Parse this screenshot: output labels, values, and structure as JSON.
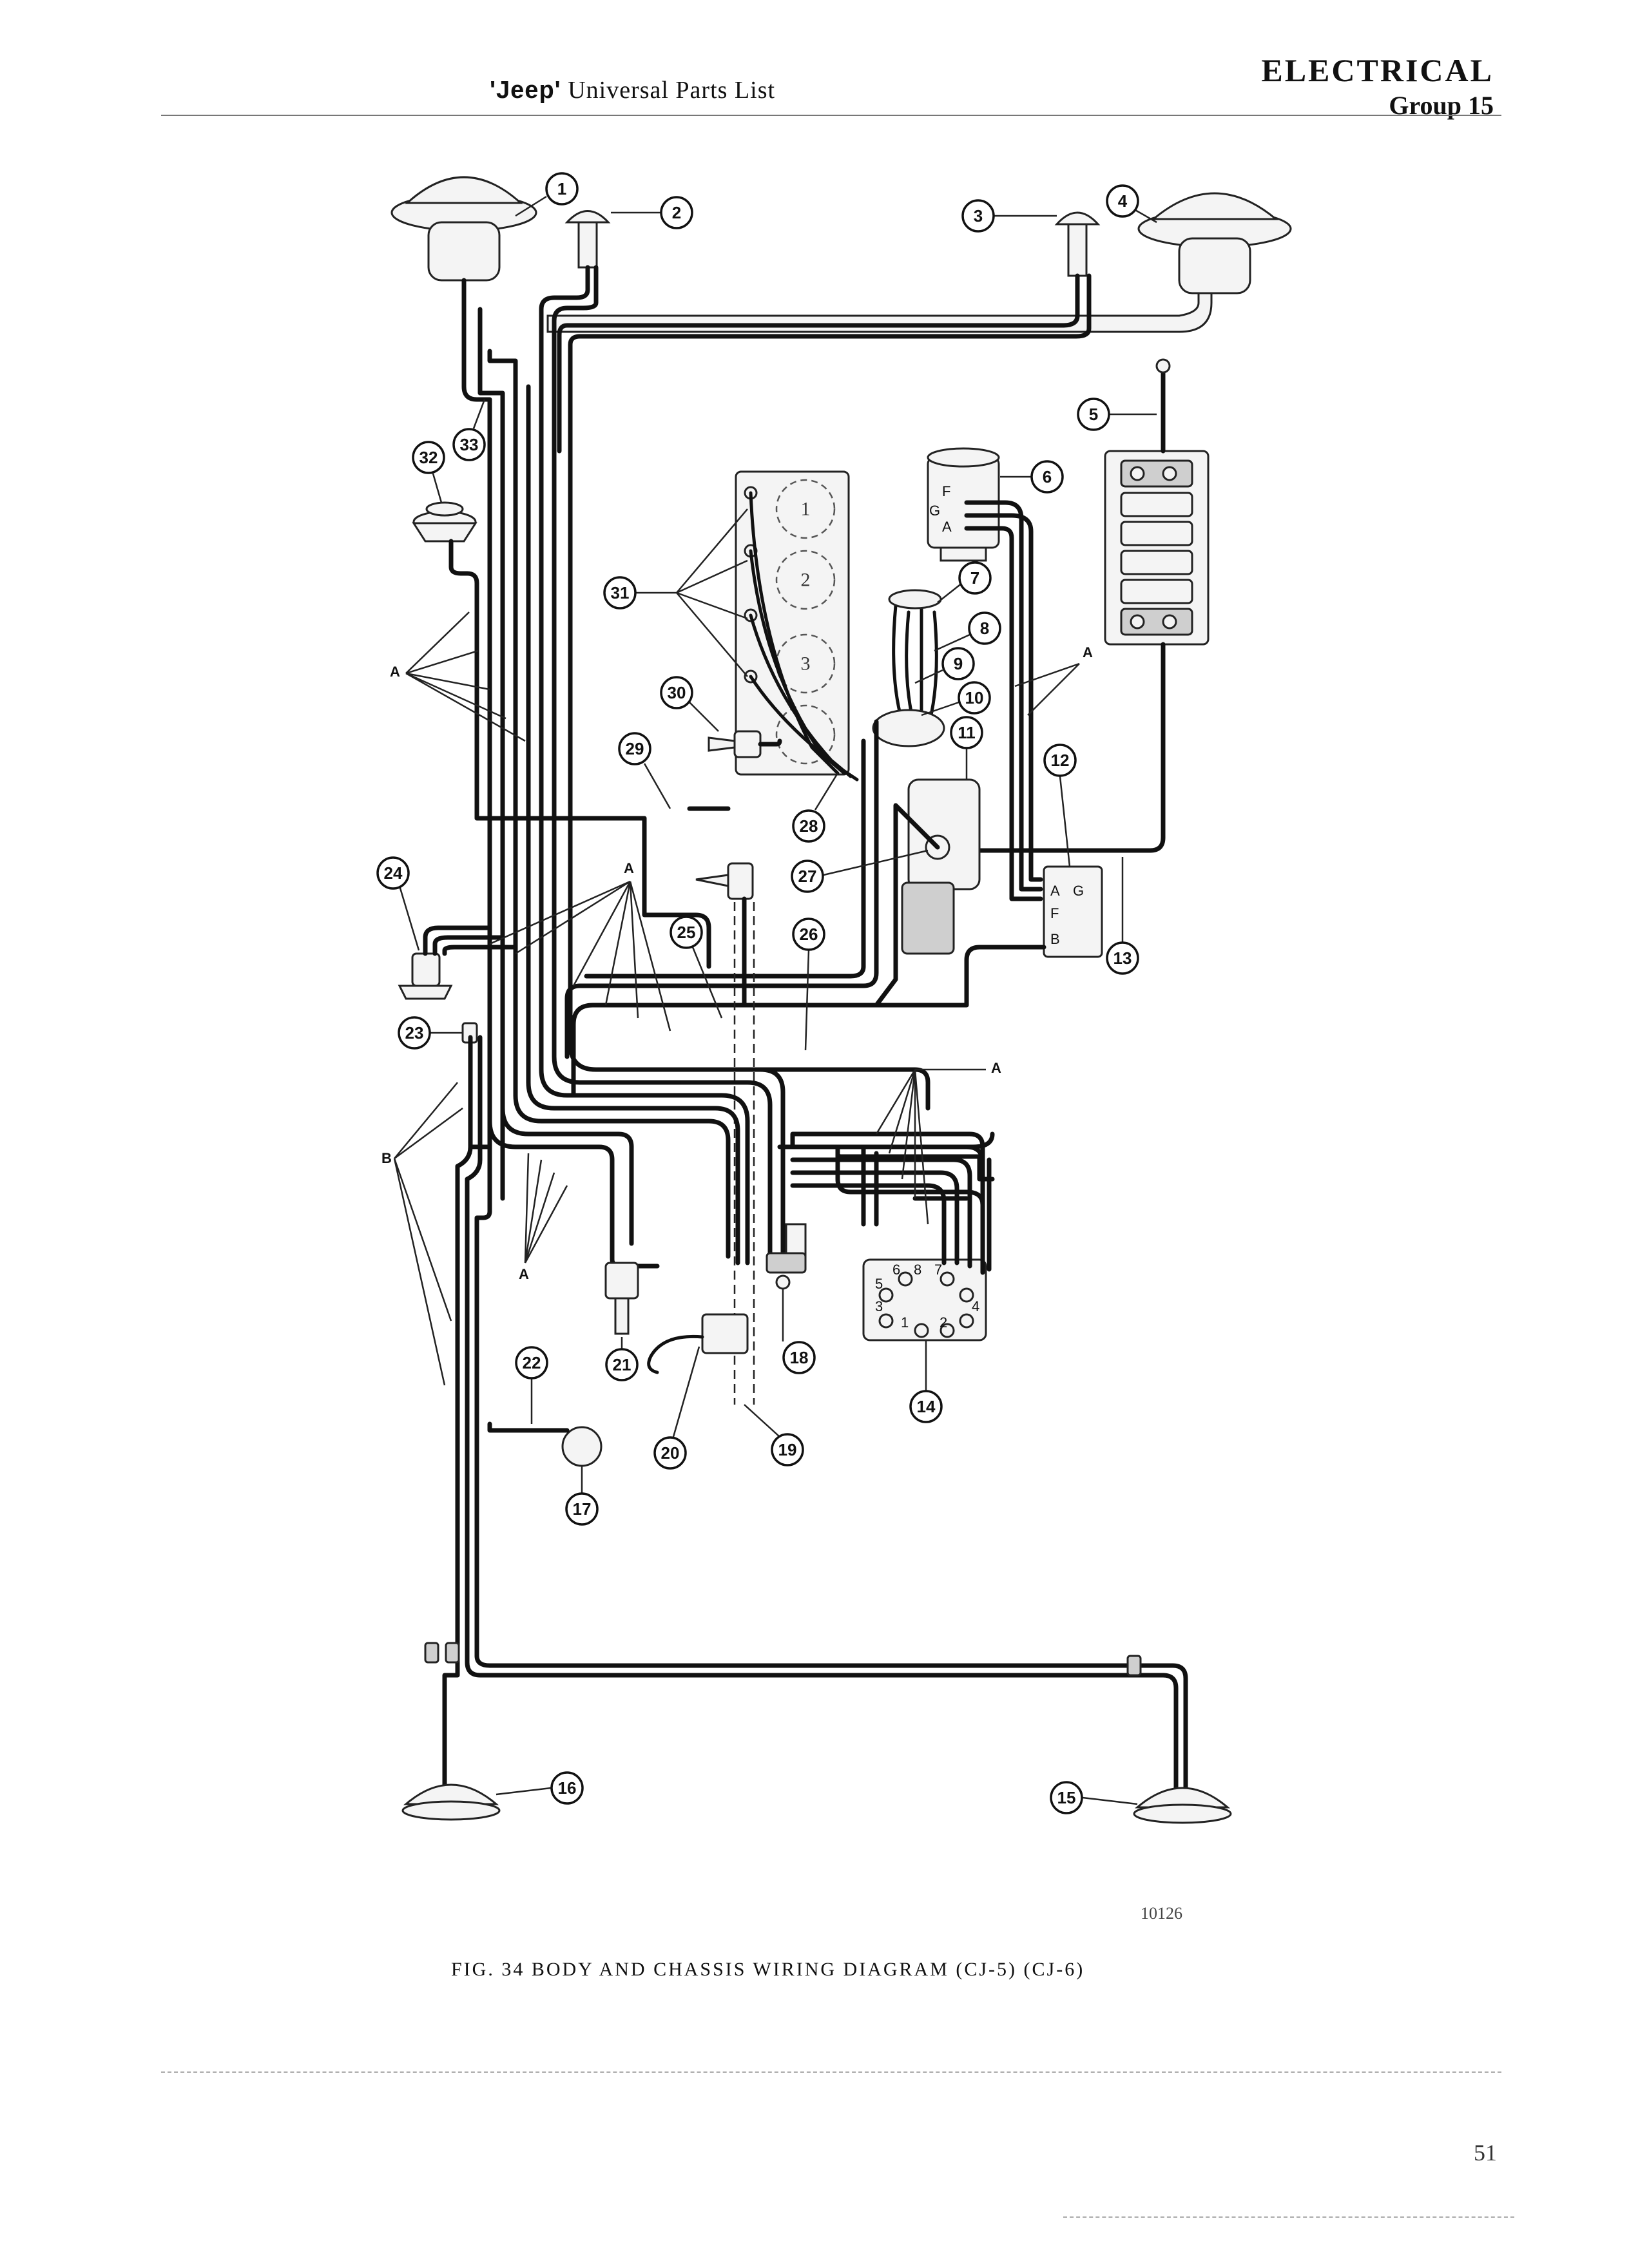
{
  "header": {
    "title_brand": "'Jeep'",
    "title_rest": "Universal Parts List",
    "section": "ELECTRICAL",
    "group": "Group 15"
  },
  "figure": {
    "number_code": "10126",
    "caption": "FIG. 34  BODY AND CHASSIS WIRING DIAGRAM (CJ-5) (CJ-6)"
  },
  "page_number": "51",
  "callouts": [
    "1",
    "2",
    "3",
    "4",
    "5",
    "6",
    "7",
    "8",
    "9",
    "10",
    "11",
    "12",
    "13",
    "14",
    "15",
    "16",
    "17",
    "18",
    "19",
    "20",
    "21",
    "22",
    "23",
    "24",
    "25",
    "26",
    "27",
    "28",
    "29",
    "30",
    "31",
    "32",
    "33"
  ],
  "harness_labels": {
    "a": "A",
    "b": "B"
  },
  "terminal_labels": {
    "generator": [
      "F",
      "G",
      "A"
    ],
    "regulator": [
      "A",
      "G",
      "F",
      "B"
    ],
    "cylinders": [
      "1",
      "2",
      "3"
    ],
    "switch": [
      "1",
      "2",
      "3",
      "4",
      "5",
      "6",
      "7",
      "8"
    ]
  }
}
